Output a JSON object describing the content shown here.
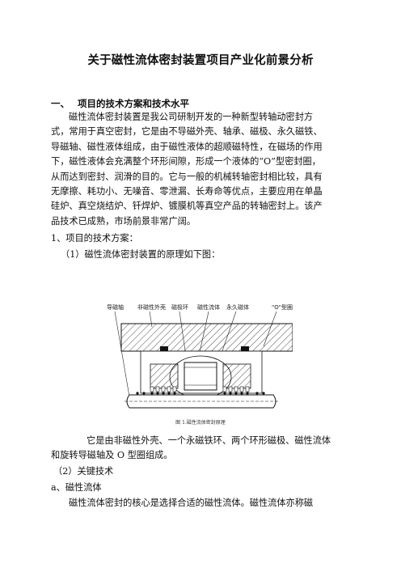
{
  "title": "关于磁性流体密封装置项目产业化前景分析",
  "section1": {
    "number": "一、",
    "heading": "项目的技术方案和技术水平"
  },
  "intro_lines": [
    "磁性流体密封装置是我公司研制开发的一种新型转轴动密封方",
    "式，常用于真空密封，它是由不导磁外壳、轴承、磁极、永久磁铁、",
    "导磁轴、磁性液体组成，由于磁性液体的超顺磁特性，在磁场的作用",
    "下，磁性液体会充满整个环形间隙，形成一个液体的“O”型密封圈，",
    "从而达到密封、润滑的目的。它与一般的机械转轴密封相比较，具有",
    "无摩擦、耗功小、无噪音、零泄漏、长寿命等优点，主要应用在单晶",
    "硅炉、真空烧结炉、钎焊炉、镀膜机等真空产品的转轴密封上。该产",
    "品技术已成熟，市场前景非常广阔。"
  ],
  "sub1": "1、项目的技术方案：",
  "sub1_1": "（1）磁性流体密封装置的原理如下图：",
  "figure": {
    "labels": [
      "导磁轴",
      "非磁性外壳",
      "磁极环",
      "磁性流体",
      "永久磁体",
      "\"O\"型圈"
    ],
    "caption": "图 1.磁性流体密封原理"
  },
  "desc_lines": [
    "它是由非磁性外壳、一个永磁铁环、两个环形磁极、磁性流体",
    "和旋转导磁轴及 O 型圈组成。"
  ],
  "sub1_2": "（2）关键技术",
  "sub_a": "a、磁性流体",
  "last_line": "磁性流体密封的核心是选择合适的磁性流体。磁性流体亦称磁"
}
